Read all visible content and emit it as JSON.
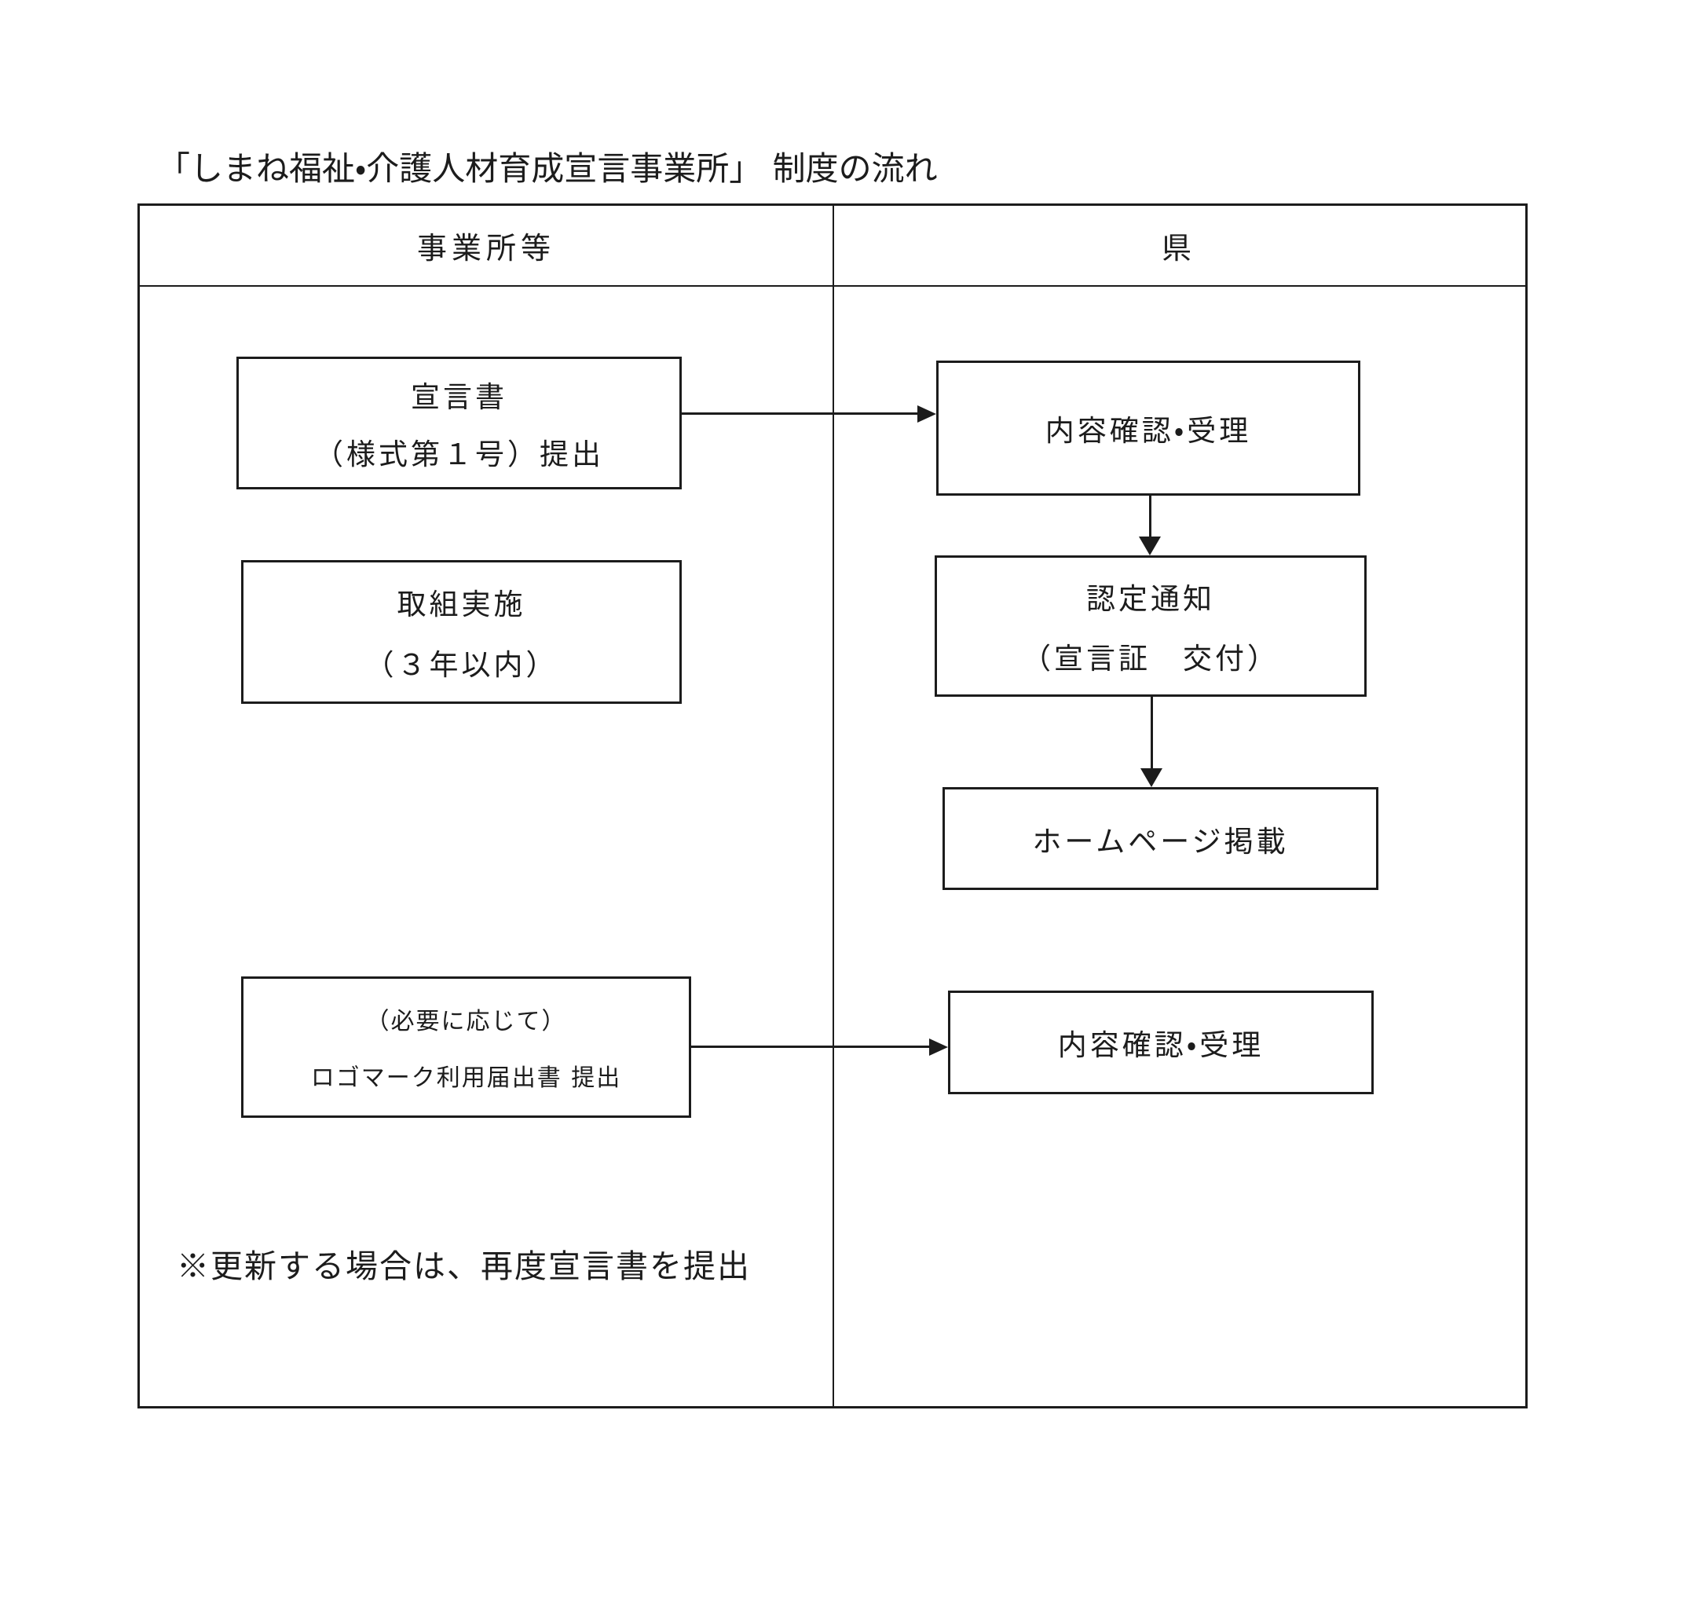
{
  "page": {
    "title": "「しまね福祉・介護人材育成宣言事業所」 制度の流れ",
    "note": "※更新する場合は、再度宣言書を提出"
  },
  "table": {
    "columns": [
      {
        "id": "offices",
        "header": "事業所等"
      },
      {
        "id": "prefecture",
        "header": "県"
      }
    ]
  },
  "flow": {
    "left_boxes": [
      {
        "id": "declaration",
        "lines": [
          "宣言書",
          "（様式第１号）提出"
        ]
      },
      {
        "id": "implementation",
        "lines": [
          "取組実施",
          "（３年以内）"
        ]
      },
      {
        "id": "logo",
        "lines": [
          "（必要に応じて）",
          "ロゴマーク利用届出書 提出"
        ]
      }
    ],
    "right_boxes": [
      {
        "id": "review1",
        "lines": [
          "内容確認・受理"
        ]
      },
      {
        "id": "notice",
        "lines": [
          "認定通知",
          "（宣言証　交付）"
        ]
      },
      {
        "id": "homepage",
        "lines": [
          "ホームページ掲載"
        ]
      },
      {
        "id": "review2",
        "lines": [
          "内容確認・受理"
        ]
      }
    ]
  },
  "colors": {
    "ink": "#1c1c1c",
    "background": "#ffffff"
  }
}
